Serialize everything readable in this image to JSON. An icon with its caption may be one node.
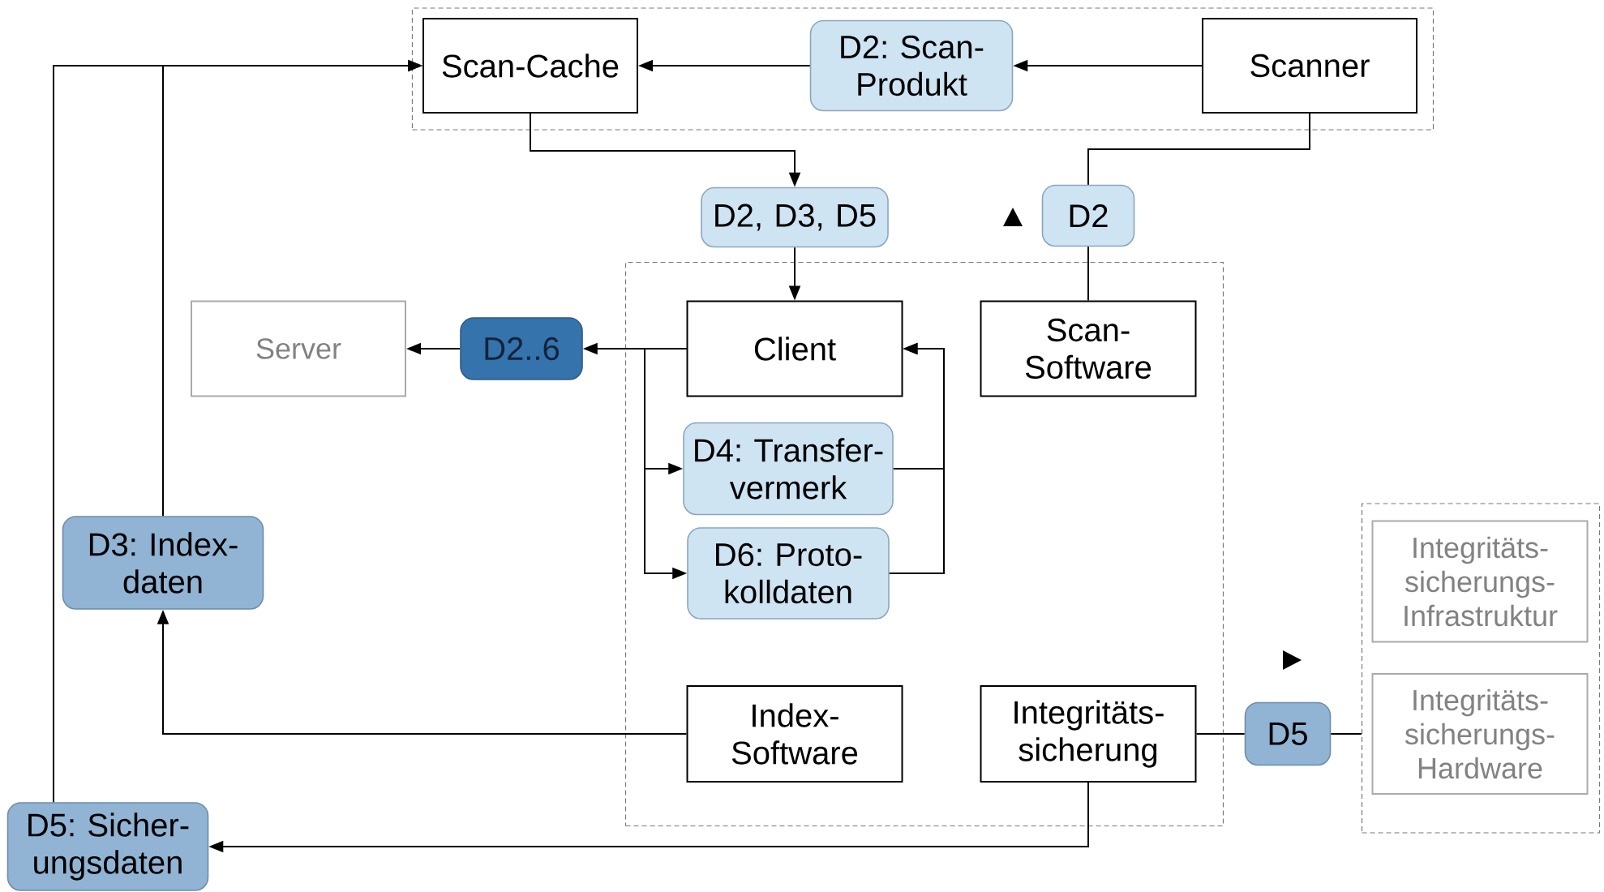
{
  "diagram": {
    "nodes": [
      {
        "text": [],
        "shape": "box"
      },
      {
        "text": [
          "Scan-Cache"
        ],
        "in": 0
      },
      {
        "text": [
          "D2: Scan-Produkt"
        ],
        "in": 0
      },
      {
        "text": [
          "Scanner"
        ],
        "in": 0
      },
      {
        "text": [
          "D2, D3, D5"
        ]
      },
      {
        "text": [
          "D2"
        ]
      },
      {
        "text": [],
        "shape": "box"
      },
      {
        "text": [
          "Client"
        ],
        "in": 6
      },
      {
        "text": [
          "Scan-Software"
        ],
        "in": 6
      },
      {
        "text": [
          "D4: Transfer-vermerk"
        ],
        "in": 6
      },
      {
        "text": [
          "D6: Proto-kolldaten"
        ],
        "in": 6
      },
      {
        "text": [
          "Index-Software"
        ],
        "in": 6
      },
      {
        "text": [
          "Integritäts-sicherung"
        ],
        "in": 6
      },
      {
        "text": [
          "Server"
        ]
      },
      {
        "text": [
          "D2..6"
        ]
      },
      {
        "text": [
          "D3: Index-daten"
        ]
      },
      {
        "text": [
          "D5: Sicher-ungsdaten"
        ]
      },
      {
        "text": [
          "D5"
        ]
      },
      {
        "text": [],
        "shape": "box"
      },
      {
        "text": [
          "Integritäts-sicherungs-Infrastruktur"
        ],
        "in": 18
      },
      {
        "text": [
          "Integritäts-sicherungs-Hardware"
        ],
        "in": 18
      }
    ],
    "edges": [
      {
        "from": 3,
        "to": 2,
        "arrow": "to"
      },
      {
        "from": 2,
        "to": 1,
        "arrow": "to"
      },
      {
        "from": 1,
        "to": 4,
        "arrow": "to"
      },
      {
        "from": 4,
        "to": 7,
        "arrow": "to"
      },
      {
        "from": 3,
        "to": 5,
        "arrow": "none"
      },
      {
        "from": 5,
        "to": 8,
        "arrow": "none"
      },
      {
        "from": 7,
        "to": 14,
        "arrow": "to"
      },
      {
        "from": 14,
        "to": 13,
        "arrow": "to"
      },
      {
        "from": 7,
        "to": 9,
        "arrow": "to"
      },
      {
        "from": 7,
        "to": 10,
        "arrow": "to"
      },
      {
        "from": 9,
        "to": 7,
        "arrow": "to"
      },
      {
        "from": 10,
        "to": 7,
        "arrow": "to"
      },
      {
        "from": 11,
        "to": 15,
        "arrow": "to"
      },
      {
        "from": 15,
        "to": 1,
        "arrow": "to"
      },
      {
        "from": 16,
        "to": 1,
        "arrow": "to"
      },
      {
        "from": 12,
        "to": 16,
        "arrow": "to"
      },
      {
        "from": 12,
        "to": 17,
        "arrow": "none"
      },
      {
        "from": 17,
        "to": 18,
        "arrow": "none"
      }
    ]
  }
}
